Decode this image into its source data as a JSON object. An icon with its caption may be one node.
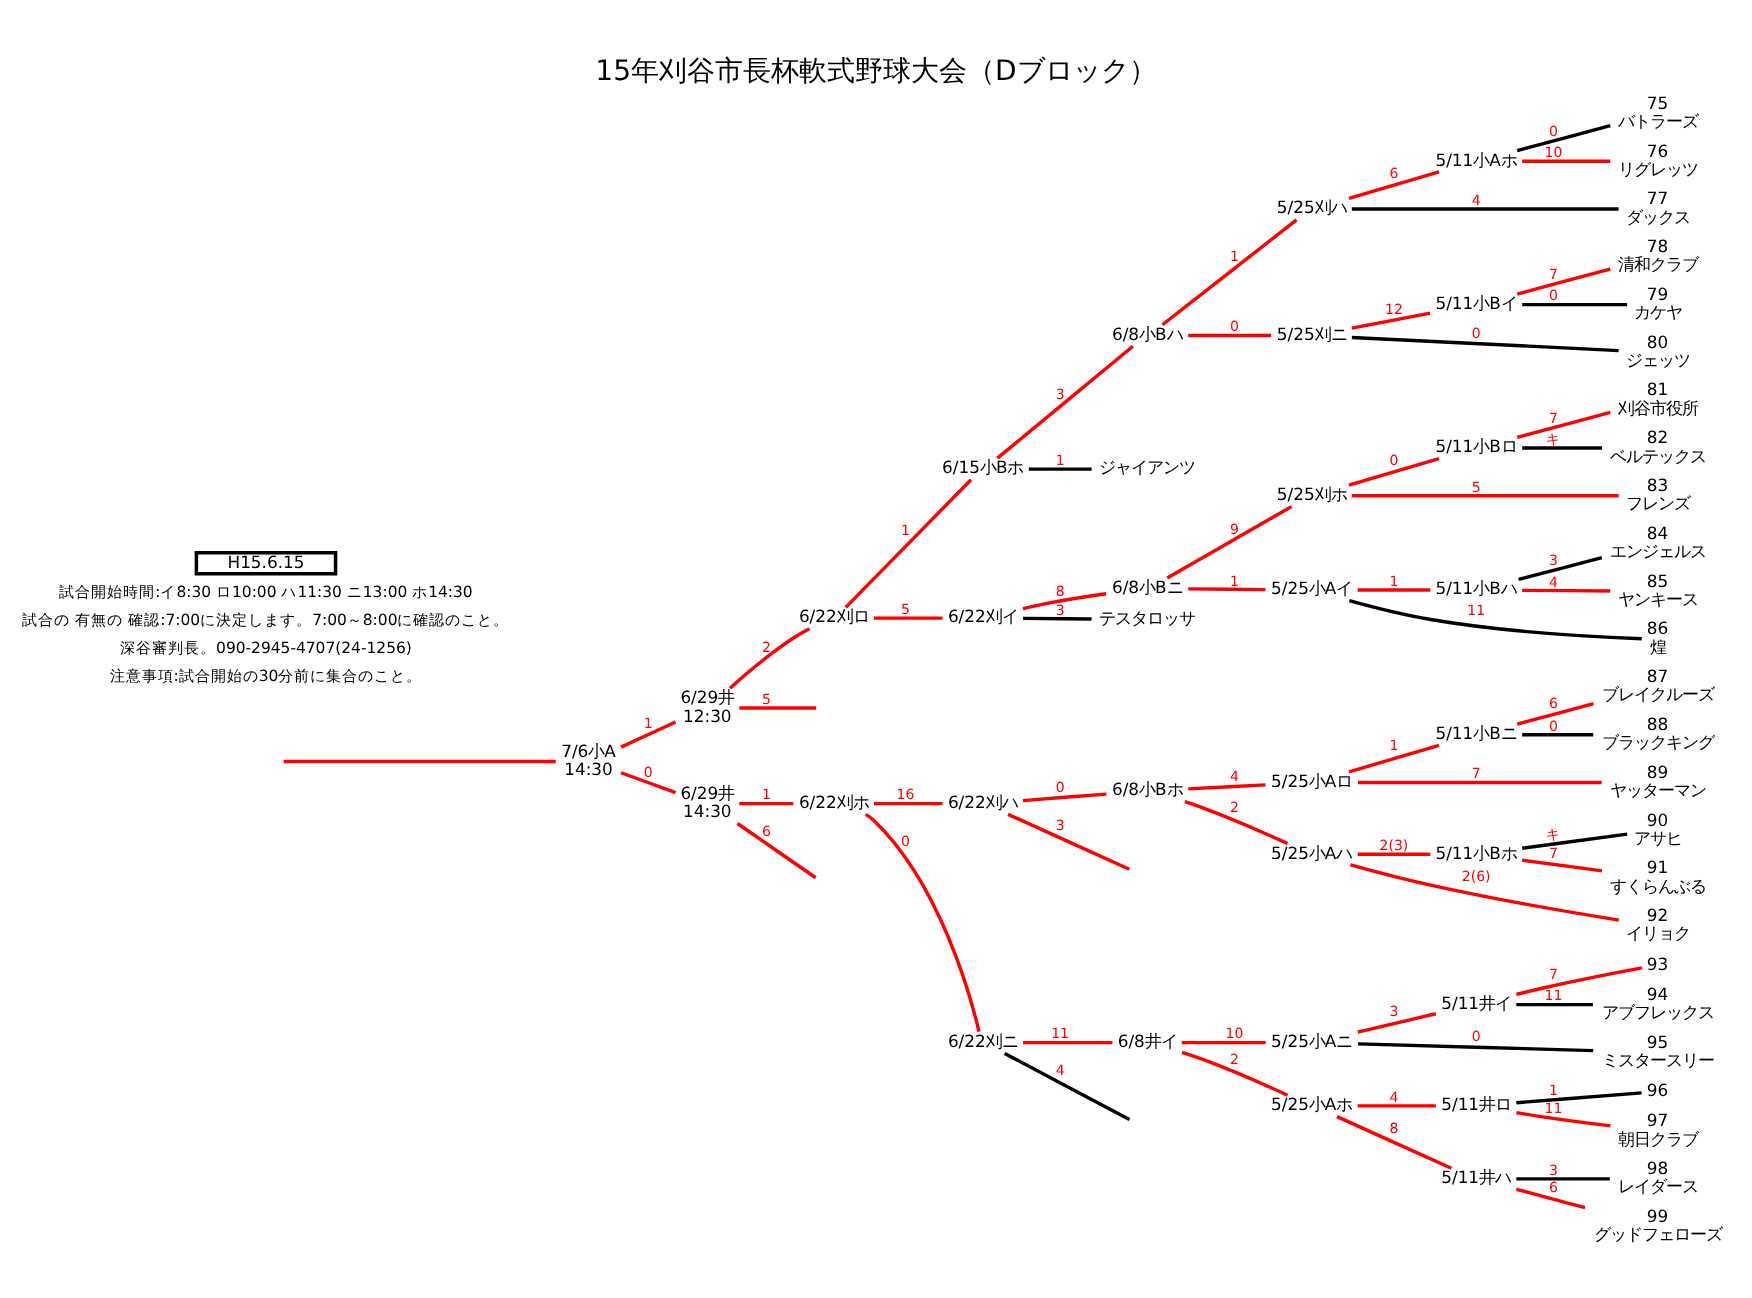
{
  "diagram": {
    "title": "15年刈谷市長杯軟式野球大会（Dブロック）",
    "nodes": [
      {
        "text": [
          "H15.6.15"
        ]
      },
      {
        "text": [
          "7/6小A",
          "14:30"
        ]
      },
      {
        "text": [
          "6/29井",
          "12:30"
        ]
      },
      {
        "text": [
          "6/29井",
          "14:30"
        ]
      },
      {
        "text": [
          "6/22刈ロ"
        ]
      },
      {
        "text": [
          "6/22刈ホ"
        ]
      },
      {
        "text": [
          "6/15小Bホ"
        ]
      },
      {
        "text": [
          "6/22刈イ"
        ]
      },
      {
        "text": [
          "6/22刈ハ"
        ]
      },
      {
        "text": [
          "6/22刈ニ"
        ]
      },
      {
        "text": [
          "6/8小Bハ"
        ]
      },
      {
        "text": [
          "ジャイアンツ"
        ]
      },
      {
        "text": [
          "6/8小Bニ"
        ]
      },
      {
        "text": [
          "テスタロッサ"
        ]
      },
      {
        "text": [
          "6/8小Bホ"
        ]
      },
      {
        "text": [
          "6/8井イ"
        ]
      },
      {
        "text": [
          "5/25刈ハ"
        ]
      },
      {
        "text": [
          "5/25刈ニ"
        ]
      },
      {
        "text": [
          "5/25刈ホ"
        ]
      },
      {
        "text": [
          "5/25小Aイ"
        ]
      },
      {
        "text": [
          "5/25小Aロ"
        ]
      },
      {
        "text": [
          "5/25小Aハ"
        ]
      },
      {
        "text": [
          "5/25小Aニ"
        ]
      },
      {
        "text": [
          "5/25小Aホ"
        ]
      },
      {
        "text": [
          "5/11小Aホ"
        ]
      },
      {
        "text": [
          "5/11小Bイ"
        ]
      },
      {
        "text": [
          "5/11小Bロ"
        ]
      },
      {
        "text": [
          "5/11小Bハ"
        ]
      },
      {
        "text": [
          "5/11小Bニ"
        ]
      },
      {
        "text": [
          "5/11小Bホ"
        ]
      },
      {
        "text": [
          "5/11井イ"
        ]
      },
      {
        "text": [
          "5/11井ロ"
        ]
      },
      {
        "text": [
          "5/11井ハ"
        ]
      },
      {
        "text": [
          "75",
          "バトラーズ"
        ]
      },
      {
        "text": [
          "76",
          "リグレッツ"
        ]
      },
      {
        "text": [
          "77",
          "ダックス"
        ]
      },
      {
        "text": [
          "78",
          "清和クラブ"
        ]
      },
      {
        "text": [
          "79",
          "カケヤ"
        ]
      },
      {
        "text": [
          "80",
          "ジェッツ"
        ]
      },
      {
        "text": [
          "81",
          "刈谷市役所"
        ]
      },
      {
        "text": [
          "82",
          "ベルテックス"
        ]
      },
      {
        "text": [
          "83",
          "フレンズ"
        ]
      },
      {
        "text": [
          "84",
          "エンジェルス"
        ]
      },
      {
        "text": [
          "85",
          "ヤンキース"
        ]
      },
      {
        "text": [
          "86",
          "煌"
        ]
      },
      {
        "text": [
          "87",
          "ブレイクルーズ"
        ]
      },
      {
        "text": [
          "88",
          "ブラックキング"
        ]
      },
      {
        "text": [
          "89",
          "ヤッターマン"
        ]
      },
      {
        "text": [
          "90",
          "アサヒ"
        ]
      },
      {
        "text": [
          "91",
          "すくらんぶる"
        ]
      },
      {
        "text": [
          "92",
          "イリョク"
        ]
      },
      {
        "text": [
          "93"
        ]
      },
      {
        "text": [
          "94",
          "アブフレックス"
        ]
      },
      {
        "text": [
          "95",
          "ミスタースリー"
        ]
      },
      {
        "text": [
          "96"
        ]
      },
      {
        "text": [
          "97",
          "朝日クラブ"
        ]
      },
      {
        "text": [
          "98",
          "レイダース"
        ]
      },
      {
        "text": [
          "99",
          "グッドフェローズ"
        ]
      }
    ],
    "edges": [
      {
        "from": null,
        "to": 1,
        "arrow": "none"
      },
      {
        "from": 1,
        "to": 2,
        "arrow": "none",
        "label": "1"
      },
      {
        "from": 1,
        "to": 3,
        "arrow": "none",
        "label": "0"
      },
      {
        "from": 2,
        "to": 4,
        "arrow": "none",
        "label": "2"
      },
      {
        "from": 2,
        "to": null,
        "arrow": "none",
        "label": "5"
      },
      {
        "from": 3,
        "to": 5,
        "arrow": "none",
        "label": "1"
      },
      {
        "from": 3,
        "to": null,
        "arrow": "none",
        "label": "6"
      },
      {
        "from": 4,
        "to": 6,
        "arrow": "none",
        "label": "1"
      },
      {
        "from": 4,
        "to": 7,
        "arrow": "none",
        "label": "5"
      },
      {
        "from": 5,
        "to": 8,
        "arrow": "none",
        "label": "16"
      },
      {
        "from": 5,
        "to": 9,
        "arrow": "none",
        "label": "0"
      },
      {
        "from": 6,
        "to": 10,
        "arrow": "none",
        "label": "3"
      },
      {
        "from": 6,
        "to": 11,
        "arrow": "none",
        "label": "1",
        "color": "#000000"
      },
      {
        "from": 7,
        "to": 12,
        "arrow": "none",
        "label": "8"
      },
      {
        "from": 7,
        "to": 13,
        "arrow": "none",
        "label": "3",
        "color": "#000000"
      },
      {
        "from": 8,
        "to": 14,
        "arrow": "none",
        "label": "0"
      },
      {
        "from": 8,
        "to": null,
        "arrow": "none",
        "label": "3"
      },
      {
        "from": 9,
        "to": 15,
        "arrow": "none",
        "label": "11"
      },
      {
        "from": 9,
        "to": null,
        "arrow": "none",
        "label": "4",
        "color": "#000000"
      },
      {
        "from": 10,
        "to": 16,
        "arrow": "none",
        "label": "1"
      },
      {
        "from": 10,
        "to": 17,
        "arrow": "none",
        "label": "0"
      },
      {
        "from": 12,
        "to": 18,
        "arrow": "none",
        "label": "9"
      },
      {
        "from": 12,
        "to": 19,
        "arrow": "none",
        "label": "1"
      },
      {
        "from": 14,
        "to": 20,
        "arrow": "none",
        "label": "4"
      },
      {
        "from": 14,
        "to": 21,
        "arrow": "none",
        "label": "2"
      },
      {
        "from": 15,
        "to": 22,
        "arrow": "none",
        "label": "10"
      },
      {
        "from": 15,
        "to": 23,
        "arrow": "none",
        "label": "2"
      },
      {
        "from": 16,
        "to": 24,
        "arrow": "none",
        "label": "6"
      },
      {
        "from": 16,
        "to": 35,
        "arrow": "none",
        "label": "4",
        "color": "#000000"
      },
      {
        "from": 17,
        "to": 25,
        "arrow": "none",
        "label": "12"
      },
      {
        "from": 17,
        "to": 38,
        "arrow": "none",
        "label": "0",
        "color": "#000000"
      },
      {
        "from": 18,
        "to": 26,
        "arrow": "none",
        "label": "0"
      },
      {
        "from": 18,
        "to": 41,
        "arrow": "none",
        "label": "5"
      },
      {
        "from": 19,
        "to": 27,
        "arrow": "none",
        "label": "1"
      },
      {
        "from": 19,
        "to": 44,
        "arrow": "none",
        "label": "11",
        "color": "#000000"
      },
      {
        "from": 20,
        "to": 28,
        "arrow": "none",
        "label": "1"
      },
      {
        "from": 20,
        "to": 47,
        "arrow": "none",
        "label": "7"
      },
      {
        "from": 21,
        "to": 29,
        "arrow": "none",
        "label": "2(3)"
      },
      {
        "from": 21,
        "to": 50,
        "arrow": "none",
        "label": "2(6)"
      },
      {
        "from": 22,
        "to": 30,
        "arrow": "none",
        "label": "3"
      },
      {
        "from": 22,
        "to": 53,
        "arrow": "none",
        "label": "0",
        "color": "#000000"
      },
      {
        "from": 23,
        "to": 31,
        "arrow": "none",
        "label": "4"
      },
      {
        "from": 23,
        "to": 32,
        "arrow": "none",
        "label": "8"
      },
      {
        "from": 24,
        "to": 33,
        "arrow": "none",
        "label": "0",
        "color": "#000000"
      },
      {
        "from": 24,
        "to": 34,
        "arrow": "none",
        "label": "10"
      },
      {
        "from": 25,
        "to": 36,
        "arrow": "none",
        "label": "7"
      },
      {
        "from": 25,
        "to": 37,
        "arrow": "none",
        "label": "0",
        "color": "#000000"
      },
      {
        "from": 26,
        "to": 39,
        "arrow": "none",
        "label": "7"
      },
      {
        "from": 26,
        "to": 40,
        "arrow": "none",
        "label": "キ",
        "color": "#000000"
      },
      {
        "from": 27,
        "to": 42,
        "arrow": "none",
        "label": "3",
        "color": "#000000"
      },
      {
        "from": 27,
        "to": 43,
        "arrow": "none",
        "label": "4"
      },
      {
        "from": 28,
        "to": 45,
        "arrow": "none",
        "label": "6"
      },
      {
        "from": 28,
        "to": 46,
        "arrow": "none",
        "label": "0",
        "color": "#000000"
      },
      {
        "from": 29,
        "to": 48,
        "arrow": "none",
        "label": "キ",
        "color": "#000000"
      },
      {
        "from": 29,
        "to": 49,
        "arrow": "none",
        "label": "7"
      },
      {
        "from": 30,
        "to": 51,
        "arrow": "none",
        "label": "7"
      },
      {
        "from": 30,
        "to": 52,
        "arrow": "none",
        "label": "11",
        "color": "#000000"
      },
      {
        "from": 31,
        "to": 54,
        "arrow": "none",
        "label": "1",
        "color": "#000000"
      },
      {
        "from": 31,
        "to": 55,
        "arrow": "none",
        "label": "11"
      },
      {
        "from": 32,
        "to": 56,
        "arrow": "none",
        "label": "3",
        "color": "#000000"
      },
      {
        "from": 32,
        "to": 57,
        "arrow": "none",
        "label": "6"
      }
    ],
    "labels": [
      "試合開始時間:イ8:30 ロ10:00 ハ11:30 ニ13:00 ホ14:30",
      "試合の 有無の 確認:7:00に決定します。7:00～8:00に確認のこと。",
      "深谷審判長。090-2945-4707(24-1256)",
      "注意事項:試合開始の30分前に集合のこと。"
    ]
  }
}
